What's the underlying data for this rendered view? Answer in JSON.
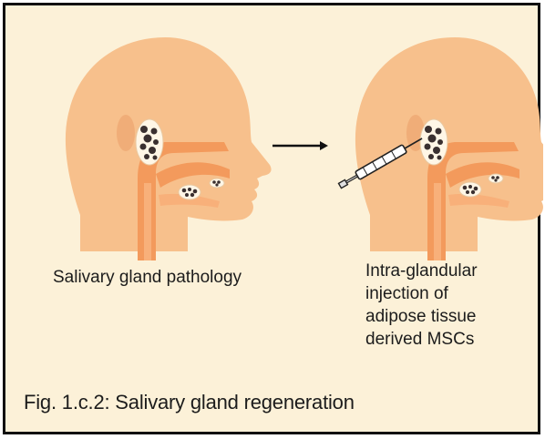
{
  "labels": {
    "left": "Salivary gland pathology",
    "right": [
      "Intra-glandular",
      "injection of",
      "adipose tissue",
      "derived MSCs"
    ]
  },
  "caption": "Fig. 1.c.2: Salivary gland regeneration",
  "colors": {
    "background": "#fcf1d8",
    "skin": "#f7c08c",
    "tract": "#f39a5c",
    "tract_light": "#f8b07a",
    "border": "#111111"
  },
  "icons": [
    "head-icon",
    "salivary-gland-icon",
    "syringe-icon",
    "arrow-icon"
  ]
}
